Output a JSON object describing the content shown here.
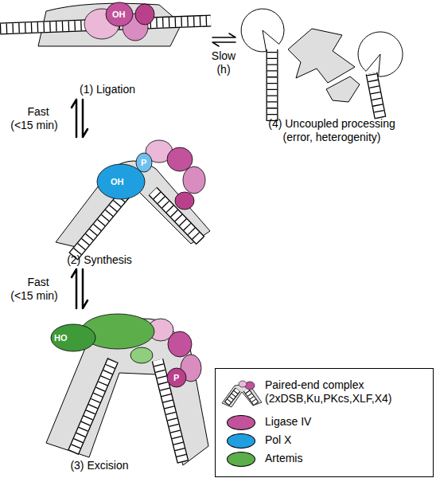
{
  "diagram": {
    "nodes": [
      {
        "text": [
          "(1) Ligation"
        ]
      },
      {
        "text": [
          "(2) Synthesis"
        ]
      },
      {
        "text": [
          "(3) Excision"
        ]
      },
      {
        "text": [
          "(4) Uncoupled processing (error, heterogenity)"
        ]
      }
    ],
    "edges": [
      {
        "from": 0,
        "to": 1,
        "label": "Fast (<15 min)",
        "arrow": "both"
      },
      {
        "from": 1,
        "to": 2,
        "label": "Fast (<15 min)",
        "arrow": "both"
      },
      {
        "from": 0,
        "to": 3,
        "label": "Slow (h)",
        "arrow": "both"
      }
    ],
    "labels": [
      "OH",
      "OH",
      "P",
      "HO",
      "P"
    ],
    "legend": [
      {
        "text": "Paired-end complex (2xDSB,Ku,PKcs,XLF,X4)"
      },
      {
        "text": "Ligase IV",
        "color": "#c2529b"
      },
      {
        "text": "Pol X",
        "color": "#1f9fe0"
      },
      {
        "text": "Artemis",
        "color": "#5cae4a"
      }
    ]
  }
}
